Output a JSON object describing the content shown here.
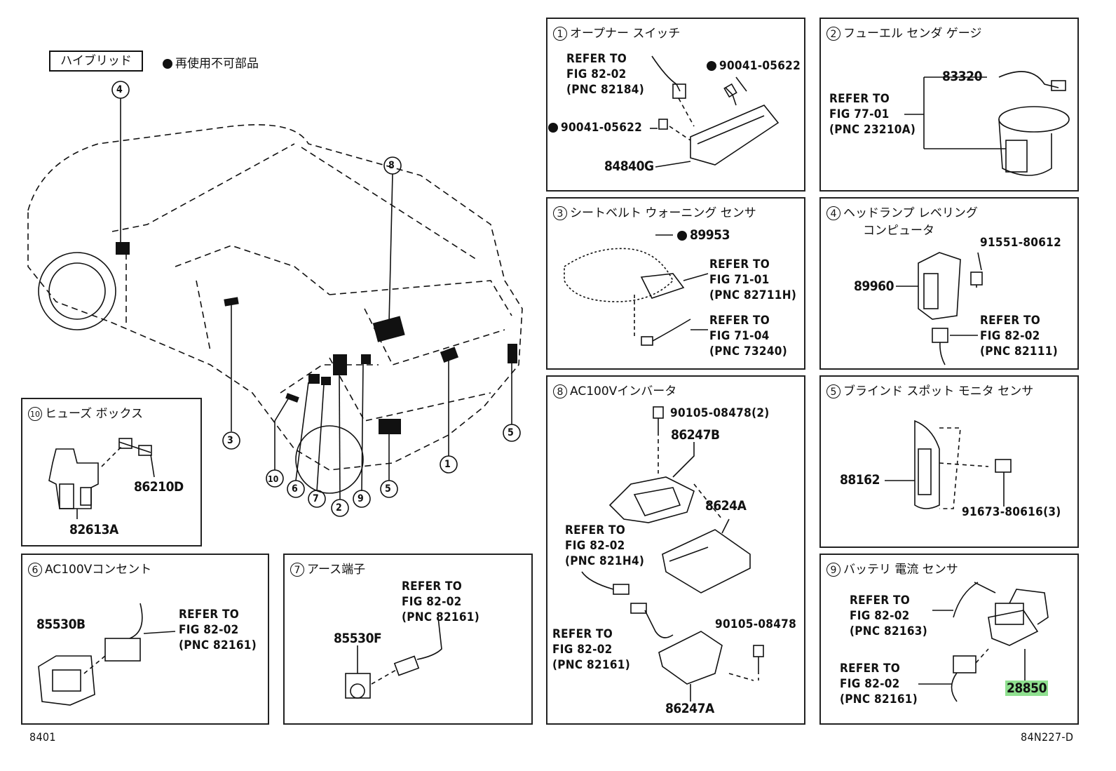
{
  "header": {
    "hybrid_label": "ハイブリッド",
    "legend_text": "再使用不可部品"
  },
  "footer": {
    "left_code": "8401",
    "right_code": "84N227-D"
  },
  "callouts": [
    "1",
    "2",
    "3",
    "4",
    "5",
    "6",
    "7",
    "8",
    "9",
    "10"
  ],
  "panels": {
    "p1": {
      "num": "1",
      "title": "オープナー スイッチ",
      "ref": [
        "REFER TO",
        "FIG 82-02",
        "(PNC 82184)"
      ],
      "parts": {
        "bolt_a": "90041-05622",
        "bolt_b": "90041-05622",
        "switch": "84840G"
      }
    },
    "p2": {
      "num": "2",
      "title": "フューエル センダ ゲージ",
      "ref": [
        "REFER TO",
        "FIG 77-01",
        "(PNC 23210A)"
      ],
      "parts": {
        "gauge": "83320"
      }
    },
    "p3": {
      "num": "3",
      "title": "シートベルト ウォーニング センサ",
      "ref_a": [
        "REFER TO",
        "FIG 71-01",
        "(PNC 82711H)"
      ],
      "ref_b": [
        "REFER TO",
        "FIG 71-04",
        "(PNC 73240)"
      ],
      "parts": {
        "sensor": "89953"
      }
    },
    "p4": {
      "num": "4",
      "title": "ヘッドランプ レベリング",
      "title2": "コンピュータ",
      "ref": [
        "REFER TO",
        "FIG 82-02",
        "(PNC 82111)"
      ],
      "parts": {
        "bolt": "91551-80612",
        "computer": "89960"
      }
    },
    "p5": {
      "num": "5",
      "title": "ブラインド スポット モニタ センサ",
      "parts": {
        "sensor": "88162",
        "bolt": "91673-80616(3)"
      }
    },
    "p6": {
      "num": "6",
      "title": "AC100Vコンセント",
      "ref": [
        "REFER TO",
        "FIG 82-02",
        "(PNC 82161)"
      ],
      "parts": {
        "outlet": "85530B"
      }
    },
    "p7": {
      "num": "7",
      "title": "アース端子",
      "ref": [
        "REFER TO",
        "FIG 82-02",
        "(PNC 82161)"
      ],
      "parts": {
        "terminal": "85530F"
      }
    },
    "p8": {
      "num": "8",
      "title": "AC100Vインバータ",
      "ref_a": [
        "REFER TO",
        "FIG 82-02",
        "(PNC 821H4)"
      ],
      "ref_b": [
        "REFER TO",
        "FIG 82-02",
        "(PNC 82161)"
      ],
      "parts": {
        "bolt_a": "90105-08478(2)",
        "bracket_b": "86247B",
        "inverter": "8624A",
        "bolt_b": "90105-08478",
        "bracket_a": "86247A"
      }
    },
    "p9": {
      "num": "9",
      "title": "バッテリ 電流 センサ",
      "ref_a": [
        "REFER TO",
        "FIG 82-02",
        "(PNC 82163)"
      ],
      "ref_b": [
        "REFER TO",
        "FIG 82-02",
        "(PNC 82161)"
      ],
      "parts": {
        "sensor": "28850"
      }
    },
    "p10": {
      "num": "10",
      "title": "ヒューズ ボックス",
      "parts": {
        "fuse": "86210D",
        "box": "82613A"
      }
    }
  },
  "colors": {
    "highlight": "#8fe08f",
    "ink": "#111111"
  }
}
